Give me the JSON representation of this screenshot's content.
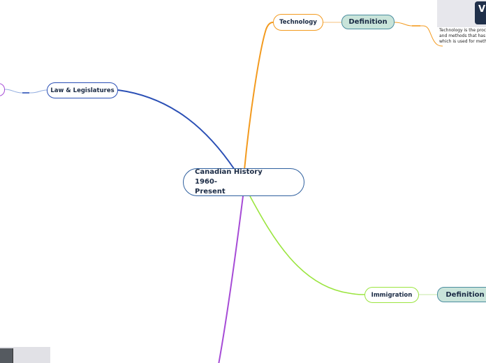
{
  "central_topic": {
    "label_line1": "Canadian History 1960-",
    "label_line2": "Present"
  },
  "topics": {
    "technology": {
      "label": "Technology",
      "color": "#f39a1e"
    },
    "law": {
      "label": "Law & Legislatures",
      "color": "#2a4fb5"
    },
    "immigration": {
      "label": "Immigration",
      "color": "#9be53f"
    },
    "fourth_branch": {
      "color": "#a64bd6"
    }
  },
  "subtopics": {
    "technology_definition": {
      "label": "Definition"
    },
    "immigration_definition": {
      "label": "Definition"
    }
  },
  "technology_definition_text": [
    "Technology is the process",
    "and methods that has b",
    "which is used for metho"
  ],
  "icons": {
    "definition_image": "image-icon",
    "bottom_thumbnail": "photo-thumbnail"
  },
  "colors": {
    "definition_fill": "#c9e4da",
    "definition_border": "#4b8ea0",
    "central_border": "#2e5f9e"
  }
}
